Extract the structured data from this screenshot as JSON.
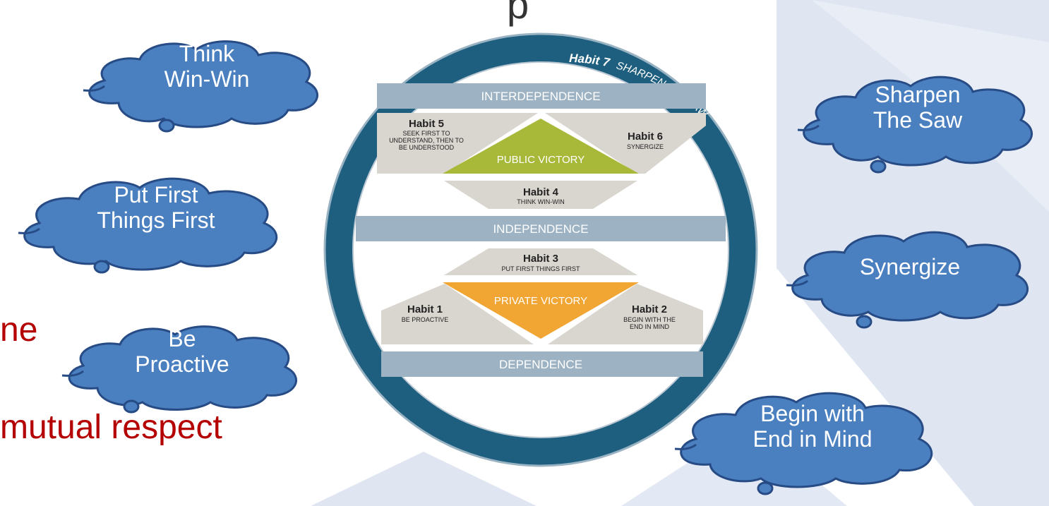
{
  "page": {
    "title_fragment": "p",
    "background_text": [
      "ne",
      "mutual respect"
    ],
    "colors": {
      "background_shape": "#dfe6f2",
      "ring": "#1e5f80",
      "band": "#9db3c4",
      "triangle": "#d9d5cf",
      "public": "#a8b93a",
      "private": "#f1a533",
      "cloud": "#4a7fc0",
      "cloud_outline": "#274b85",
      "red_text": "#b40000"
    }
  },
  "clouds": [
    {
      "id": "think-win-win",
      "text": "Think\nWin-Win"
    },
    {
      "id": "put-first-things-first",
      "text": "Put First\nThings First"
    },
    {
      "id": "be-proactive",
      "text": "Be\nProactive"
    },
    {
      "id": "sharpen-the-saw",
      "text": "Sharpen\nThe Saw"
    },
    {
      "id": "synergize",
      "text": "Synergize"
    },
    {
      "id": "begin-with-end-in-mind",
      "text": "Begin with\nEnd in Mind"
    }
  ],
  "diagram": {
    "ring_label_habit": "Habit 7",
    "ring_label_text": "SHARPEN THE SAW",
    "bands": {
      "interdependence": "INTERDEPENDENCE",
      "independence": "INDEPENDENCE",
      "dependence": "DEPENDENCE"
    },
    "public_victory": "PUBLIC VICTORY",
    "private_victory": "PRIVATE VICTORY",
    "habits": {
      "h5": {
        "title": "Habit 5",
        "lines": [
          "SEEK FIRST TO",
          "UNDERSTAND, THEN TO",
          "BE UNDERSTOOD"
        ]
      },
      "h6": {
        "title": "Habit 6",
        "lines": [
          "SYNERGIZE"
        ]
      },
      "h4": {
        "title": "Habit 4",
        "lines": [
          "THINK WIN-WIN"
        ]
      },
      "h3": {
        "title": "Habit 3",
        "lines": [
          "PUT FIRST THINGS FIRST"
        ]
      },
      "h1": {
        "title": "Habit 1",
        "lines": [
          "BE PROACTIVE"
        ]
      },
      "h2": {
        "title": "Habit 2",
        "lines": [
          "BEGIN WITH THE",
          "END IN MIND"
        ]
      }
    }
  }
}
